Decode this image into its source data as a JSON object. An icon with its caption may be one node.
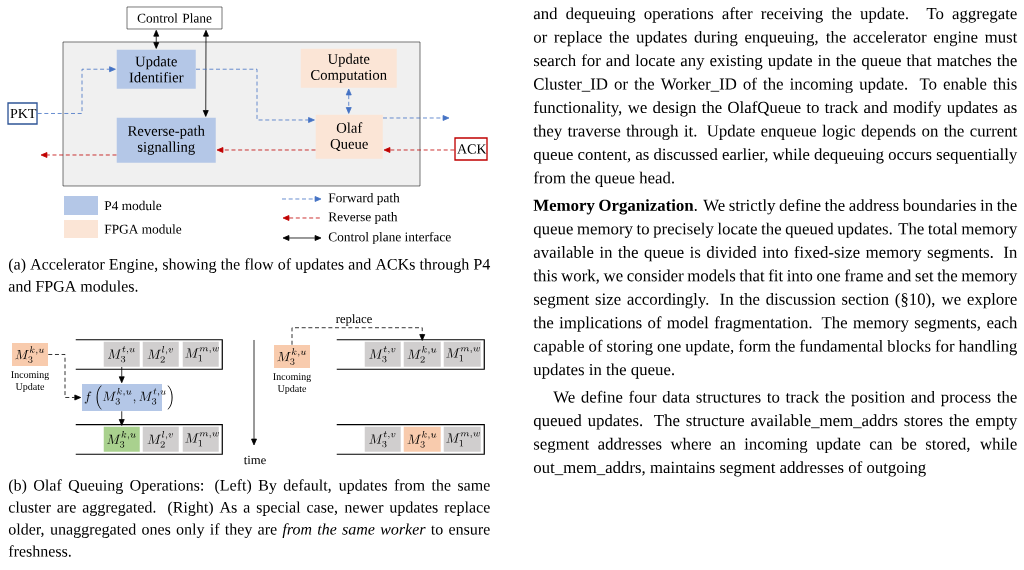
{
  "diagram": {
    "nodes": [
      {
        "text": [
          "Control Plane"
        ]
      },
      {
        "text": [],
        "shape": "box"
      },
      {
        "text": [
          "Update Identifier"
        ],
        "in": 1
      },
      {
        "text": [
          "Reverse-path signalling"
        ],
        "in": 1
      },
      {
        "text": [
          "Update Computation"
        ],
        "in": 1
      },
      {
        "text": [
          "Olaf Queue"
        ],
        "in": 1
      },
      {
        "text": [
          "PKT"
        ]
      },
      {
        "text": [
          "ACK"
        ]
      },
      {
        "text": [
          "M_3^{k,u}"
        ],
        "beside": [
          "Incoming Update"
        ]
      },
      {
        "text": [],
        "shape": "box"
      },
      {
        "text": [
          "M_3^{t,u}"
        ],
        "in": 9
      },
      {
        "text": [
          "M_2^{l,v}"
        ],
        "in": 9
      },
      {
        "text": [
          "M_1^{m,w}"
        ],
        "in": 9
      },
      {
        "text": [
          "f\\left(M_3^{k,u}, M_3^{t,u}\\right)"
        ]
      },
      {
        "text": [],
        "shape": "box"
      },
      {
        "text": [
          "M_3^{k,u}"
        ],
        "in": 14
      },
      {
        "text": [
          "M_2^{l,v}"
        ],
        "in": 14
      },
      {
        "text": [
          "M_1^{m,w}"
        ],
        "in": 14
      },
      {
        "text": [
          "M_3^{k,u}"
        ],
        "beside": [
          "Incoming Update"
        ]
      },
      {
        "text": [],
        "shape": "box"
      },
      {
        "text": [
          "M_3^{t,v}"
        ],
        "in": 19
      },
      {
        "text": [
          "M_2^{k,u}"
        ],
        "in": 19
      },
      {
        "text": [
          "M_1^{m,w}"
        ],
        "in": 19
      },
      {
        "text": [],
        "shape": "box"
      },
      {
        "text": [
          "M_3^{t,v}"
        ],
        "in": 23
      },
      {
        "text": [
          "M_3^{k,u}"
        ],
        "in": 23
      },
      {
        "text": [
          "M_1^{m,w}"
        ],
        "in": 23
      }
    ],
    "edges": [
      {
        "from": 0,
        "to": 2,
        "arrow": "both"
      },
      {
        "from": 0,
        "to": 3,
        "arrow": "both"
      },
      {
        "from": 6,
        "to": 2,
        "arrow": "to",
        "style": "dashed",
        "color": "#4472c4"
      },
      {
        "from": 2,
        "to": 5,
        "arrow": "to",
        "style": "dashed",
        "color": "#4472c4"
      },
      {
        "from": 4,
        "to": 5,
        "arrow": "both",
        "style": "dashed",
        "color": "#4472c4"
      },
      {
        "from": 5,
        "to": null,
        "arrow": "to",
        "style": "dashed",
        "color": "#4472c4"
      },
      {
        "from": 7,
        "to": 5,
        "arrow": "to",
        "style": "dashed",
        "color": "#c00000"
      },
      {
        "from": 5,
        "to": 3,
        "arrow": "to",
        "style": "dashed",
        "color": "#c00000"
      },
      {
        "from": 3,
        "to": null,
        "arrow": "to",
        "style": "dashed",
        "color": "#c00000"
      },
      {
        "from": 8,
        "to": 13,
        "arrow": "to",
        "style": "dashed"
      },
      {
        "from": 10,
        "to": 13,
        "arrow": "to"
      },
      {
        "from": 13,
        "to": 15,
        "arrow": "to"
      },
      {
        "from": 18,
        "to": 21,
        "arrow": "to",
        "style": "dashed",
        "label": "replace"
      }
    ],
    "labels": [
      "(a) Accelerator Engine, showing the flow of updates and ACKs through P4 and FPGA modules.",
      "(b) Olaf Queuing Operations: (Left) By default, updates from the same cluster are aggregated. (Right) As a special case, newer updates replace older, unaggregated ones only if they are *from the same worker* to ensure freshness.",
      "time",
      "and dequeuing operations after receiving the update. To aggregate or replace the updates during enqueuing, the accelerator engine must search for and locate any existing update in the queue that matches the Cluster_ID or the Worker_ID of the incoming update. To enable this functionality, we design the OlafQueue to track and modify updates as they traverse through it. Update enqueue logic depends on the current queue content, as discussed earlier, while dequeuing occurs sequentially from the queue head.",
      "**Memory Organization**. We strictly define the address boundaries in the queue memory to precisely locate the queued updates. The total memory available in the queue is divided into fixed-size memory segments. In this work, we consider models that fit into one frame and set the memory segment size accordingly. In the discussion section (§10), we explore the implications of model fragmentation. The memory segments, each capable of storing one update, form the fundamental blocks for handling updates in the queue.",
      "We define four data structures to track the position and process the queued updates. The structure available_mem_addrs stores the empty segment addresses where an incoming update can be stored, while out_mem_addrs, maintains segment addresses of outgoing"
    ],
    "legend": [
      {
        "text": "P4 module",
        "color": "#b4c7e7"
      },
      {
        "text": "FPGA module",
        "color": "#fbe5d6"
      },
      {
        "text": "Forward path"
      },
      {
        "text": "Reverse path"
      },
      {
        "text": "Control plane interface"
      }
    ]
  }
}
